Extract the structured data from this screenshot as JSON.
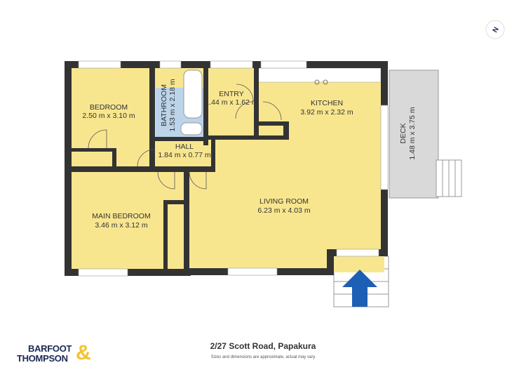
{
  "plan": {
    "address": "2/27 Scott Road, Papakura",
    "disclaimer": "Sizes and dimensions are approximate, actual may vary",
    "rooms": [
      {
        "name": "BEDROOM",
        "size": "2.50 m x 3.10 m"
      },
      {
        "name": "BATHROOM",
        "size": "1.53 m x 2.18 m"
      },
      {
        "name": "ENTRY",
        "size": "1.44 m x 1.62 m"
      },
      {
        "name": "KITCHEN",
        "size": "3.92 m x 2.32 m"
      },
      {
        "name": "HALL",
        "size": "1.84 m x 0.77 m"
      },
      {
        "name": "MAIN BEDROOM",
        "size": "3.46 m x 3.12 m"
      },
      {
        "name": "LIVING ROOM",
        "size": "6.23 m x 4.03 m"
      },
      {
        "name": "DECK",
        "size": "1.48 m x 3.75 m"
      }
    ],
    "colors": {
      "room": "#f8e68f",
      "wall": "#333333",
      "bathroom": "#bcd4ea",
      "deck": "#d9d9d9",
      "entry_arrow": "#1d5fb4"
    },
    "compass_label": "N"
  },
  "logo": {
    "line1": "BARFOOT",
    "line2": "THOMPSON",
    "ampersand": "&"
  }
}
